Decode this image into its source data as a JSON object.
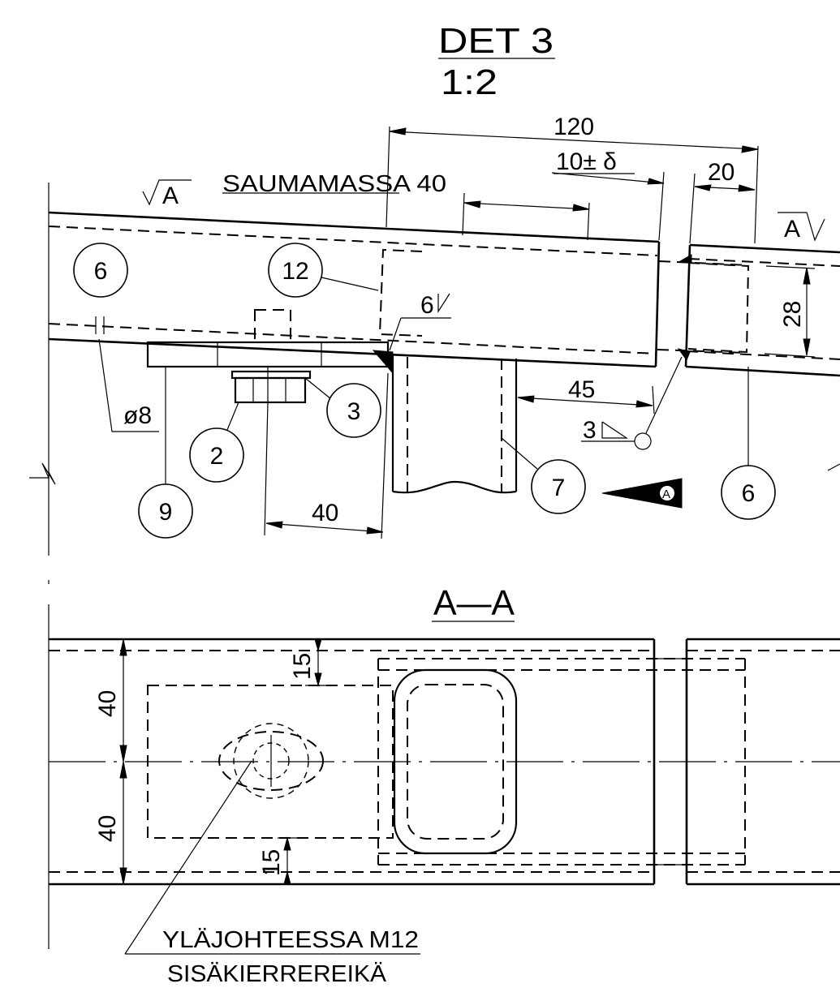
{
  "detail": {
    "title": "DET 3",
    "scale": "1:2",
    "section_title": "A—A"
  },
  "dimensions": {
    "d120": "120",
    "d10": "10± δ",
    "d20": "20",
    "saumamassa": "SAUMAMASSA 40",
    "d28": "28",
    "d45": "45",
    "d40_bottom": "40",
    "d8": "ø8",
    "weld_6": "6",
    "weld_3": "3",
    "aa_15_top": "15",
    "aa_40_top": "40",
    "aa_40_bottom": "40",
    "aa_15_bottom": "15"
  },
  "section_marks": {
    "left": "A",
    "right": "A",
    "arrow_label": "A"
  },
  "balloons": {
    "b6_left": "6",
    "b12": "12",
    "b3": "3",
    "b2": "2",
    "b9": "9",
    "b7": "7",
    "b6_right": "6"
  },
  "notes": {
    "line1": "YLÄJOHTEESSA M12",
    "line2": "SISÄKIERREREIKÄ"
  }
}
